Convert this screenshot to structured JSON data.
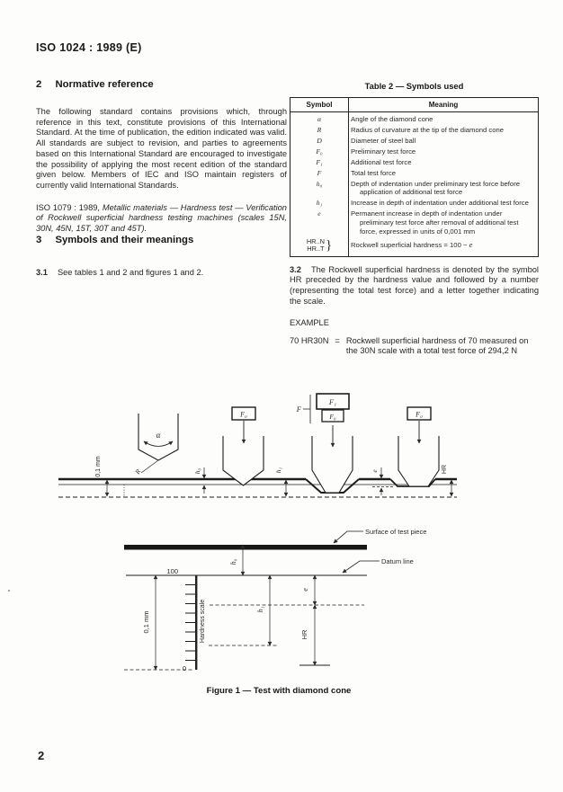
{
  "header": {
    "doc_ref": "ISO 1024 : 1989 (E)",
    "page_number": "2"
  },
  "section2": {
    "number": "2",
    "title": "Normative reference",
    "body": "The following standard contains provisions which, through reference in this text, constitute provisions of this International Standard. At the time of publication, the edition indicated was valid. All standards are subject to revision, and parties to agreements based on this International Standard are encouraged to investigate the possibility of applying the most recent edition of the standard given below. Members of IEC and ISO maintain registers of currently valid International Standards.",
    "reference_prefix": "ISO 1079 : 1989, ",
    "reference_title": "Metallic materials — Hardness test — Verification of Rockwell superficial hardness testing machines (scales 15N, 30N, 45N, 15T, 30T and 45T)."
  },
  "section3": {
    "number": "3",
    "title": "Symbols and their meanings",
    "clause31_number": "3.1",
    "clause31_text": "See tables 1 and 2 and figures 1 and 2.",
    "clause32_number": "3.2",
    "clause32_text": "The Rockwell superficial hardness is denoted by the symbol HR preceded by the hardness value and followed by a number (representing the total test force) and a letter together indicating the scale.",
    "example_label": "EXAMPLE",
    "example_term": "70 HR30N",
    "example_eq": "=",
    "example_def": "Rockwell superficial hardness of 70 measured on the 30N scale with a total test force of 294,2 N"
  },
  "table2": {
    "title": "Table 2 — Symbols used",
    "col_symbol": "Symbol",
    "col_meaning": "Meaning",
    "rows": [
      {
        "symbol": "α",
        "meaning": "Angle of the diamond cone"
      },
      {
        "symbol": "R",
        "meaning": "Radius of curvature at the tip of the diamond cone"
      },
      {
        "symbol": "D",
        "meaning": "Diameter of steel ball"
      },
      {
        "symbol": "F₀",
        "meaning": "Preliminary test force"
      },
      {
        "symbol": "F₁",
        "meaning": "Additional test force"
      },
      {
        "symbol": "F",
        "meaning": "Total test force"
      },
      {
        "symbol": "h₀",
        "meaning": "Depth of indentation under preliminary test force before application of additional test force"
      },
      {
        "symbol": "h₁",
        "meaning": "Increase in depth of indentation under additional test force"
      },
      {
        "symbol": "e",
        "meaning": "Permanent increase in depth of indentation under preliminary test force after removal of additional test force, expressed in units of 0,001 mm"
      }
    ],
    "hr_row": {
      "sym1": "HR..N",
      "sym2": "HR..T",
      "brace": "}",
      "meaning_pre": "Rockwell superficial hardness = 100 − ",
      "meaning_e": "e"
    }
  },
  "figure": {
    "caption": "Figure 1 — Test with diamond cone",
    "labels": {
      "alpha": "α",
      "radius": "R",
      "force_f0": "F₀",
      "force_f1": "F₁",
      "force_total": "F",
      "h0": "h₀",
      "h1": "h₁",
      "e": "e",
      "hr": "HR",
      "dim01": "0,1 mm",
      "scale_max": "100",
      "scale_min": "0",
      "surface": "Surface of test piece",
      "datum": "Datum line",
      "hardness_scale": "Hardness scale"
    }
  }
}
